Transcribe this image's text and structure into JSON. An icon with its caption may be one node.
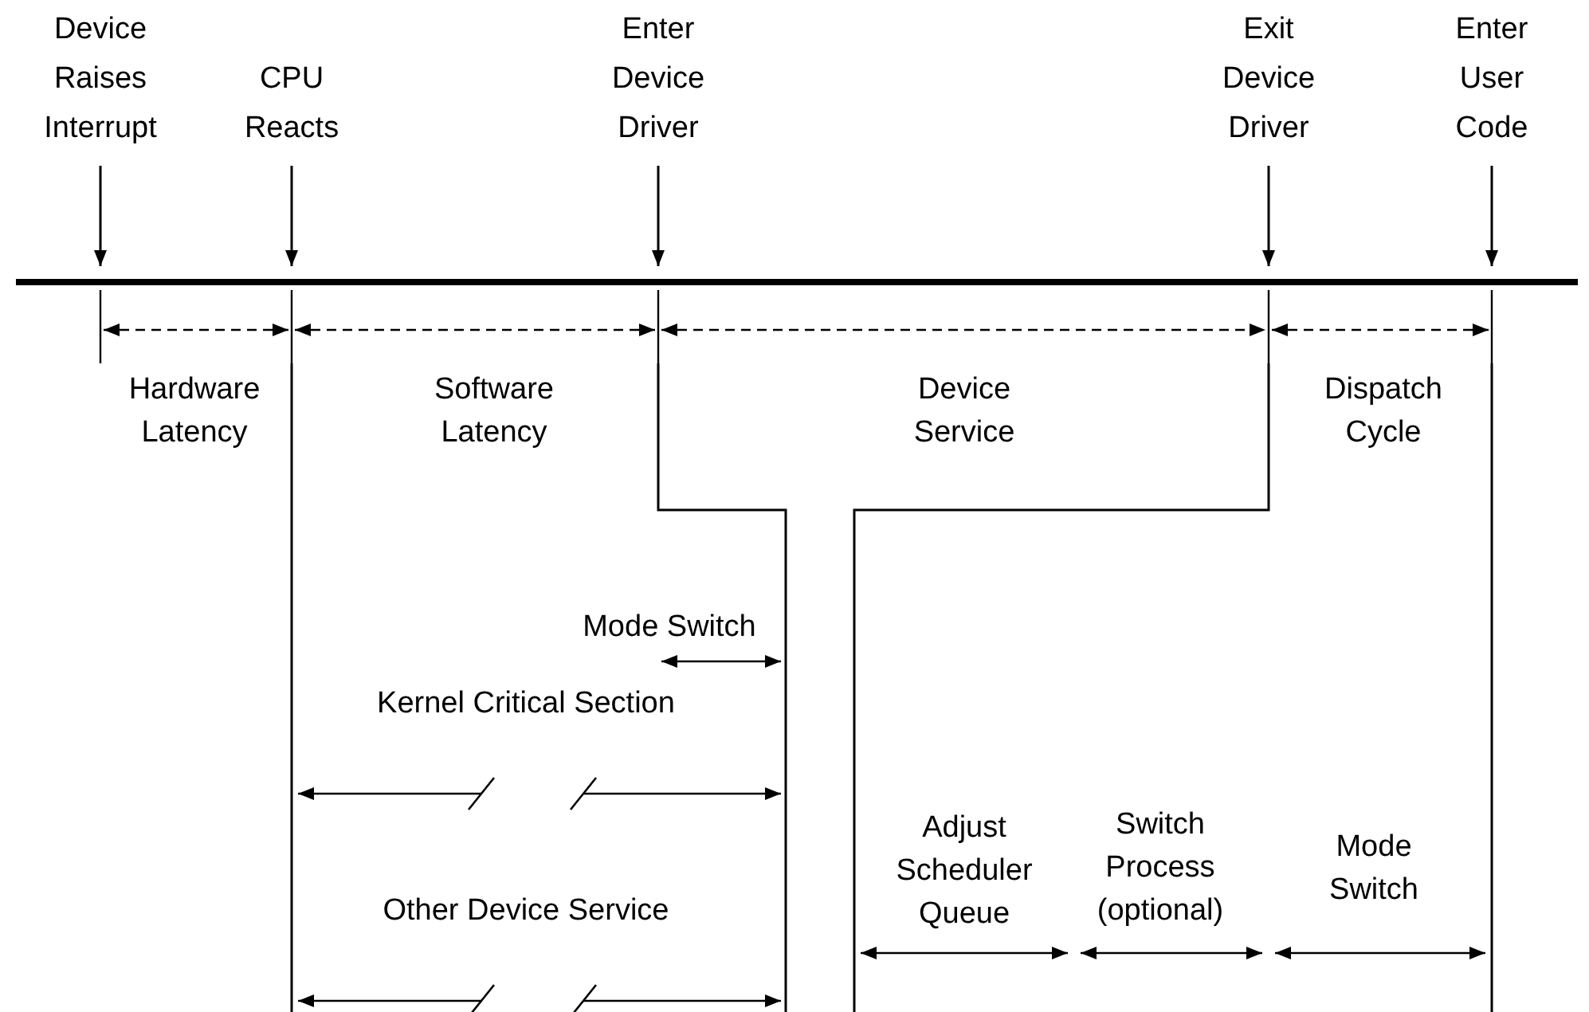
{
  "diagram": {
    "nodes": [
      {
        "text": [
          "Device Raises Interrupt"
        ]
      },
      {
        "text": [
          "CPU Reacts"
        ]
      },
      {
        "text": [
          "Enter Device Driver"
        ]
      },
      {
        "text": [
          "Exit Device Driver"
        ]
      },
      {
        "text": [
          "Enter User Code"
        ]
      }
    ],
    "edges": [
      {
        "from": 0,
        "to": null,
        "arrow": "to"
      },
      {
        "from": 1,
        "to": null,
        "arrow": "to"
      },
      {
        "from": 2,
        "to": null,
        "arrow": "to"
      },
      {
        "from": 3,
        "to": null,
        "arrow": "to"
      },
      {
        "from": 4,
        "to": null,
        "arrow": "to"
      }
    ],
    "labels": [
      "Hardware Latency",
      "Software Latency",
      "Device Service",
      "Dispatch Cycle",
      "Mode Switch",
      "Kernel Critical Section",
      "Adjust Scheduler Queue",
      "Switch Process (optional)",
      "Mode Switch",
      "Other Device Service"
    ]
  }
}
